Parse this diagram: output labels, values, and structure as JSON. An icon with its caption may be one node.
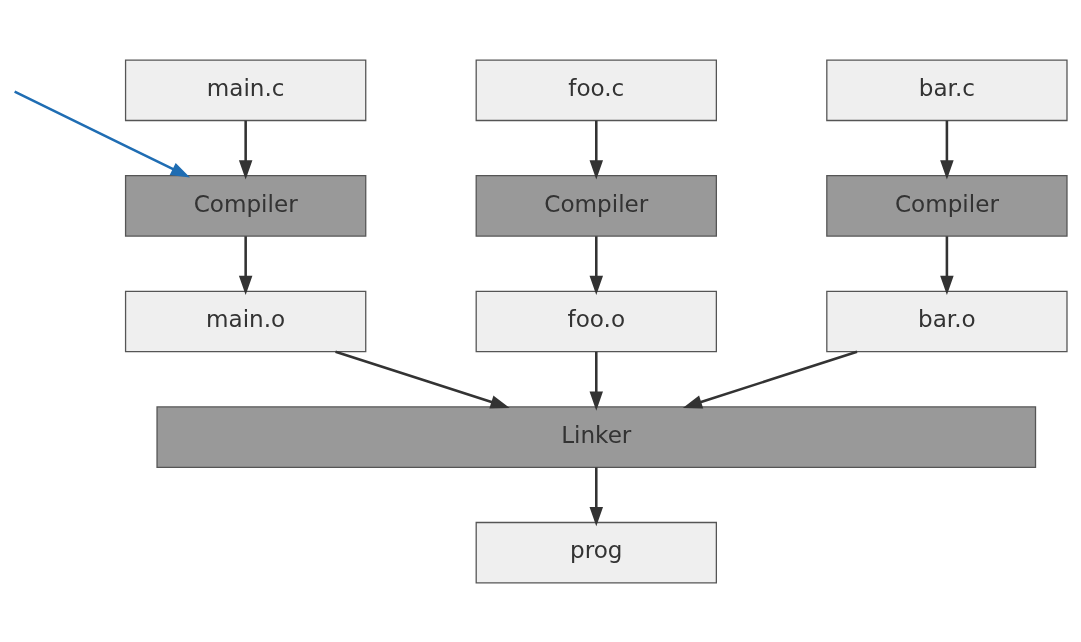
{
  "diagram": {
    "nodes": [
      {
        "text": [
          "main.c"
        ]
      },
      {
        "text": [
          "foo.c"
        ]
      },
      {
        "text": [
          "bar.c"
        ]
      },
      {
        "text": [
          "Compiler"
        ]
      },
      {
        "text": [
          "Compiler"
        ]
      },
      {
        "text": [
          "Compiler"
        ]
      },
      {
        "text": [
          "main.o"
        ]
      },
      {
        "text": [
          "foo.o"
        ]
      },
      {
        "text": [
          "bar.o"
        ]
      },
      {
        "text": [
          "Linker"
        ]
      },
      {
        "text": [
          "prog"
        ]
      }
    ],
    "edges": [
      {
        "from": 0,
        "to": 3,
        "arrow": "to"
      },
      {
        "from": 1,
        "to": 4,
        "arrow": "to"
      },
      {
        "from": 2,
        "to": 5,
        "arrow": "to"
      },
      {
        "from": 3,
        "to": 6,
        "arrow": "to"
      },
      {
        "from": 4,
        "to": 7,
        "arrow": "to"
      },
      {
        "from": 5,
        "to": 8,
        "arrow": "to"
      },
      {
        "from": 6,
        "to": 9,
        "arrow": "to"
      },
      {
        "from": 7,
        "to": 9,
        "arrow": "to"
      },
      {
        "from": 8,
        "to": 9,
        "arrow": "to"
      },
      {
        "from": 9,
        "to": 10,
        "arrow": "to"
      },
      {
        "from": null,
        "to": 3,
        "arrow": "to",
        "color": "#1f6db3"
      }
    ]
  }
}
